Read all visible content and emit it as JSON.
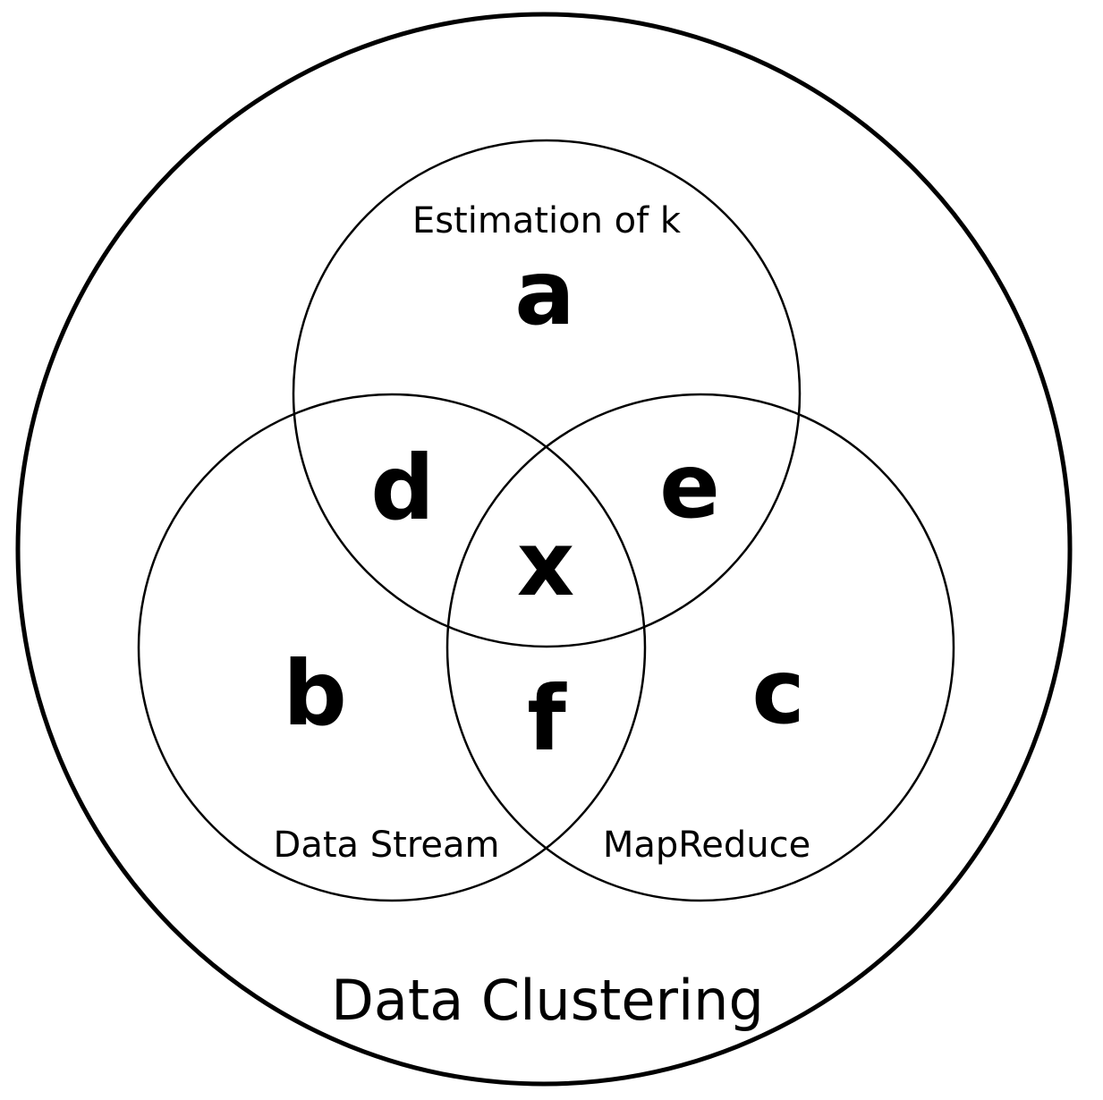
{
  "diagram": {
    "universe_label": "Data Clustering",
    "sets": [
      {
        "id": "top",
        "label": "Estimation of k"
      },
      {
        "id": "left",
        "label": "Data Stream"
      },
      {
        "id": "right",
        "label": "MapReduce"
      }
    ],
    "regions": {
      "a": "a",
      "b": "b",
      "c": "c",
      "d": "d",
      "e": "e",
      "f": "f",
      "x": "x"
    },
    "colors": {
      "stroke": "#000000",
      "background": "#ffffff"
    }
  }
}
